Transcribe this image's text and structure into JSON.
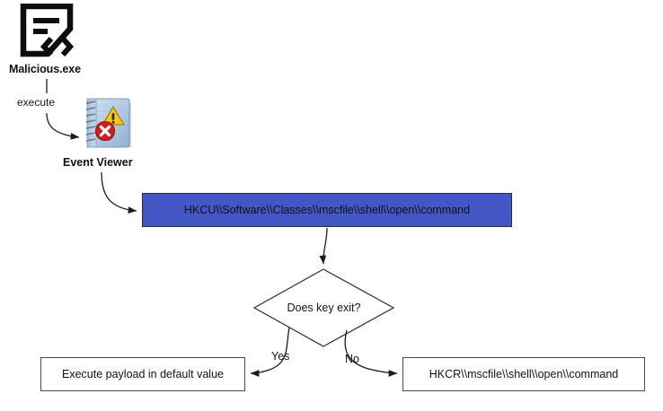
{
  "diagram": {
    "title": "mscfile shell open command UAC bypass flow",
    "background": "#ffffff",
    "accent_blue": "#4257c5",
    "line_color": "#2b2b2b"
  },
  "nodes": {
    "malicious": {
      "label": "Malicious.exe",
      "icon": "script-file-icon"
    },
    "execute_edge": {
      "label": "execute"
    },
    "event_viewer": {
      "label": "Event Viewer",
      "icon": "event-viewer-icon"
    },
    "hkcu": {
      "label": "HKCU\\\\Software\\\\Classes\\\\mscfile\\\\shell\\\\open\\\\command",
      "fill": "#4257c5"
    },
    "decision": {
      "label": "Does key exit?"
    },
    "branch_yes": {
      "label": "Yes"
    },
    "branch_no": {
      "label": "No"
    },
    "payload": {
      "label": "Execute payload in default value"
    },
    "hkcr": {
      "label": "HKCR\\\\mscfile\\\\shell\\\\open\\\\command"
    }
  }
}
